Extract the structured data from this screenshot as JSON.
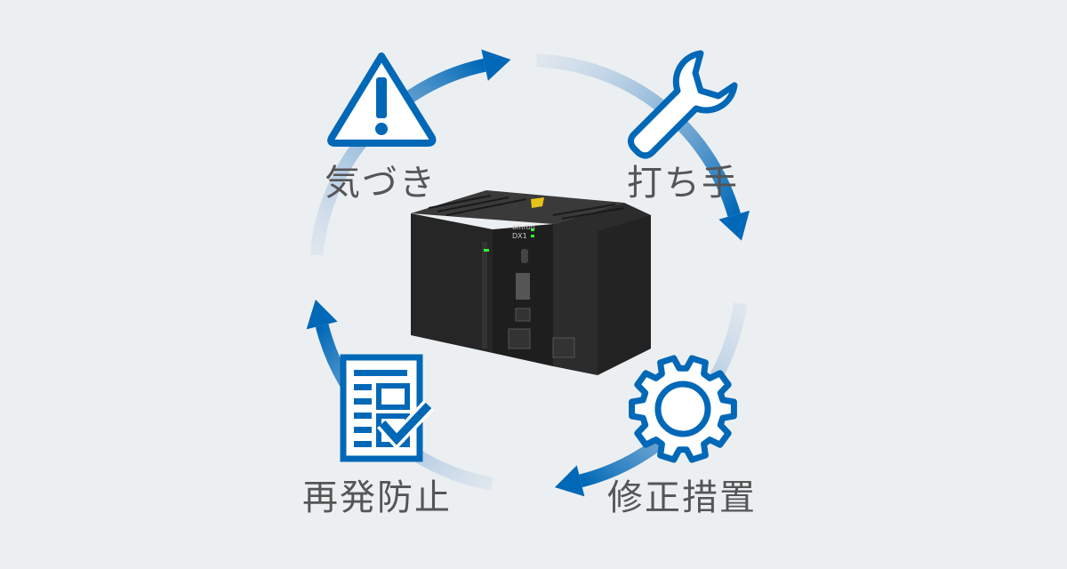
{
  "colors": {
    "accent": "#0068b7",
    "fade": "#c3d2e8",
    "background": "#eceff1",
    "text": "#555555"
  },
  "steps": [
    {
      "label": "気づき",
      "icon": "warning-icon"
    },
    {
      "label": "打ち手",
      "icon": "wrench-icon"
    },
    {
      "label": "修正措置",
      "icon": "gear-icon"
    },
    {
      "label": "再発防止",
      "icon": "checklist-document-icon"
    }
  ],
  "device": {
    "brand": "omron",
    "model": "DX1"
  }
}
